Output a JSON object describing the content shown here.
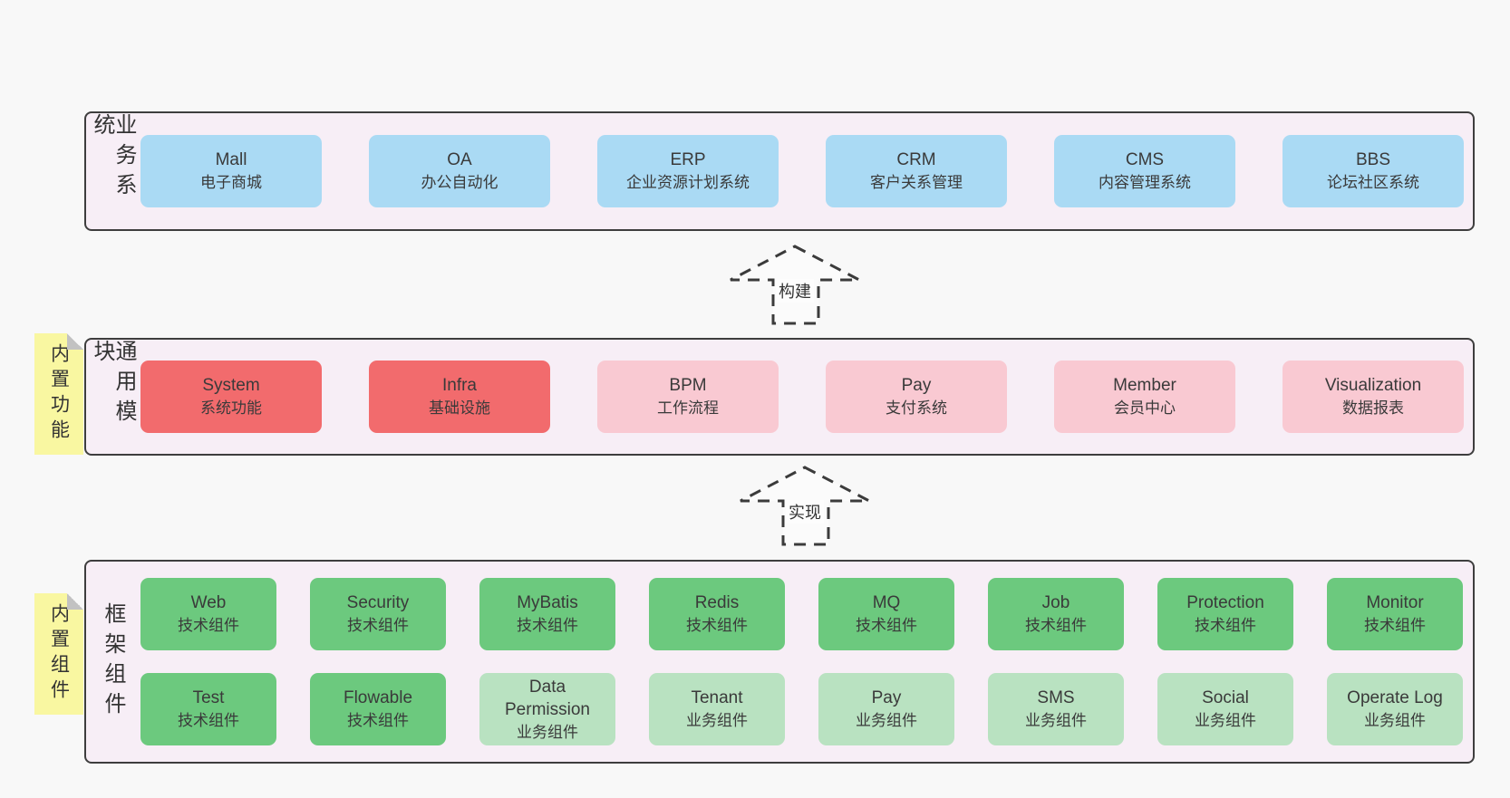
{
  "colors": {
    "page_bg": "#f8f8f8",
    "band_bg": "#f7eef6",
    "band_border": "#3e3e3e",
    "box_blue": "#aadaf4",
    "box_red": "#f26b6d",
    "box_pink": "#f9c9d2",
    "box_green_dark": "#6cc97e",
    "box_green_light": "#b9e2c1",
    "note_yellow": "#f9f7a1",
    "text": "#3a3a3a"
  },
  "bands": {
    "business": {
      "label": "业务系统",
      "boxes": [
        {
          "title": "Mall",
          "subtitle": "电子商城"
        },
        {
          "title": "OA",
          "subtitle": "办公自动化"
        },
        {
          "title": "ERP",
          "subtitle": "企业资源计划系统"
        },
        {
          "title": "CRM",
          "subtitle": "客户关系管理"
        },
        {
          "title": "CMS",
          "subtitle": "内容管理系统"
        },
        {
          "title": "BBS",
          "subtitle": "论坛社区系统"
        }
      ]
    },
    "modules": {
      "label": "通用模块",
      "note": "内置功能",
      "boxes": [
        {
          "title": "System",
          "subtitle": "系统功能"
        },
        {
          "title": "Infra",
          "subtitle": "基础设施"
        },
        {
          "title": "BPM",
          "subtitle": "工作流程"
        },
        {
          "title": "Pay",
          "subtitle": "支付系统"
        },
        {
          "title": "Member",
          "subtitle": "会员中心"
        },
        {
          "title": "Visualization",
          "subtitle": "数据报表"
        }
      ]
    },
    "framework": {
      "label": "框架组件",
      "note": "内置组件",
      "row1": [
        {
          "title": "Web",
          "subtitle": "技术组件"
        },
        {
          "title": "Security",
          "subtitle": "技术组件"
        },
        {
          "title": "MyBatis",
          "subtitle": "技术组件"
        },
        {
          "title": "Redis",
          "subtitle": "技术组件"
        },
        {
          "title": "MQ",
          "subtitle": "技术组件"
        },
        {
          "title": "Job",
          "subtitle": "技术组件"
        },
        {
          "title": "Protection",
          "subtitle": "技术组件"
        },
        {
          "title": "Monitor",
          "subtitle": "技术组件"
        }
      ],
      "row2": [
        {
          "title": "Test",
          "subtitle": "技术组件"
        },
        {
          "title": "Flowable",
          "subtitle": "技术组件"
        },
        {
          "title": "Data\nPermission",
          "subtitle": "业务组件"
        },
        {
          "title": "Tenant",
          "subtitle": "业务组件"
        },
        {
          "title": "Pay",
          "subtitle": "业务组件"
        },
        {
          "title": "SMS",
          "subtitle": "业务组件"
        },
        {
          "title": "Social",
          "subtitle": "业务组件"
        },
        {
          "title": "Operate Log",
          "subtitle": "业务组件"
        }
      ]
    }
  },
  "arrows": [
    {
      "label": "构建"
    },
    {
      "label": "实现"
    }
  ]
}
